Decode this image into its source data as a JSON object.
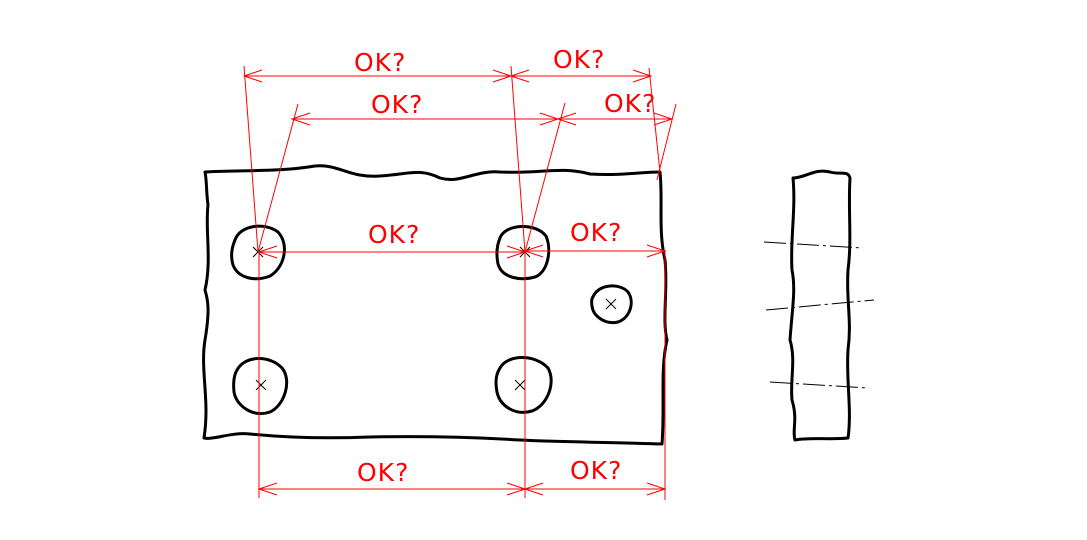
{
  "colors": {
    "dimension": "#ff0000",
    "outline": "#000000",
    "background": "#ffffff"
  },
  "dimension_labels": {
    "top_outer_left": "OK?",
    "top_outer_right": "OK?",
    "top_inner_left": "OK?",
    "top_inner_right": "OK?",
    "middle_left": "OK?",
    "middle_right": "OK?",
    "bottom_left": "OK?",
    "bottom_right": "OK?"
  }
}
